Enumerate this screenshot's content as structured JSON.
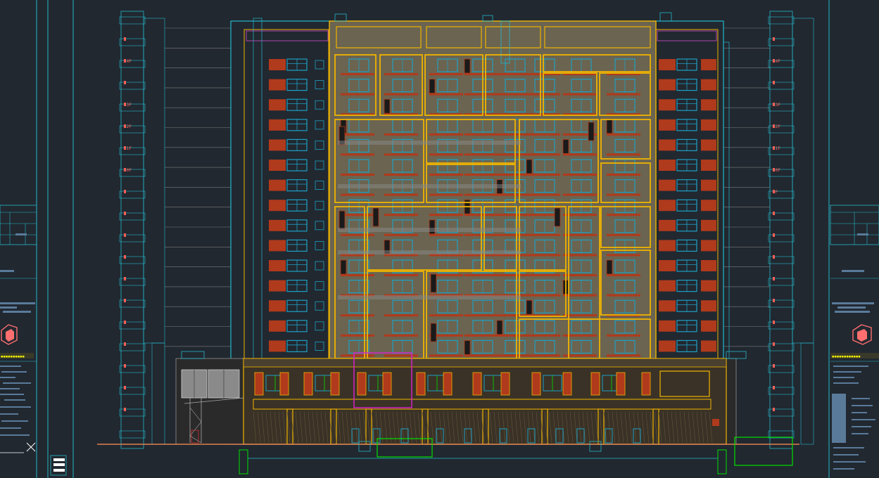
{
  "drawing": {
    "colors": {
      "background": "#212830",
      "outline_cyan": "#24b7c9",
      "frame_yellow": "#f0b400",
      "wall_red": "#b03a1c",
      "window_blue": "#1f9fc4",
      "grid_grey": "#7c7c7c",
      "ground_orange": "#e08050",
      "green": "#00e000",
      "magenta": "#e020d0",
      "logo_red": "#ff6f6f"
    },
    "floor_labels_left": [
      "",
      "14F",
      "",
      "13F",
      "12F",
      "11F",
      "10F",
      "",
      "",
      "",
      "",
      "",
      "",
      "",
      "",
      "",
      "",
      ""
    ],
    "floor_labels_right": [
      "",
      "14F",
      "",
      "13F",
      "12F",
      "11F",
      "10F",
      "9F",
      "",
      "",
      "",
      "",
      "",
      "",
      "",
      "",
      "",
      ""
    ],
    "title_block_left": {
      "logo_icon": "building-logo-icon",
      "company_name": "▪▪▪▪▪▪▪▪▪▪"
    },
    "title_block_right": {
      "logo_icon": "building-logo-icon",
      "company_name": "▪▪▪▪▪▪▪▪▪▪▪▪"
    },
    "ucs_icon": "ucs-axis-icon",
    "layer_icon": "layer-stack-icon"
  }
}
